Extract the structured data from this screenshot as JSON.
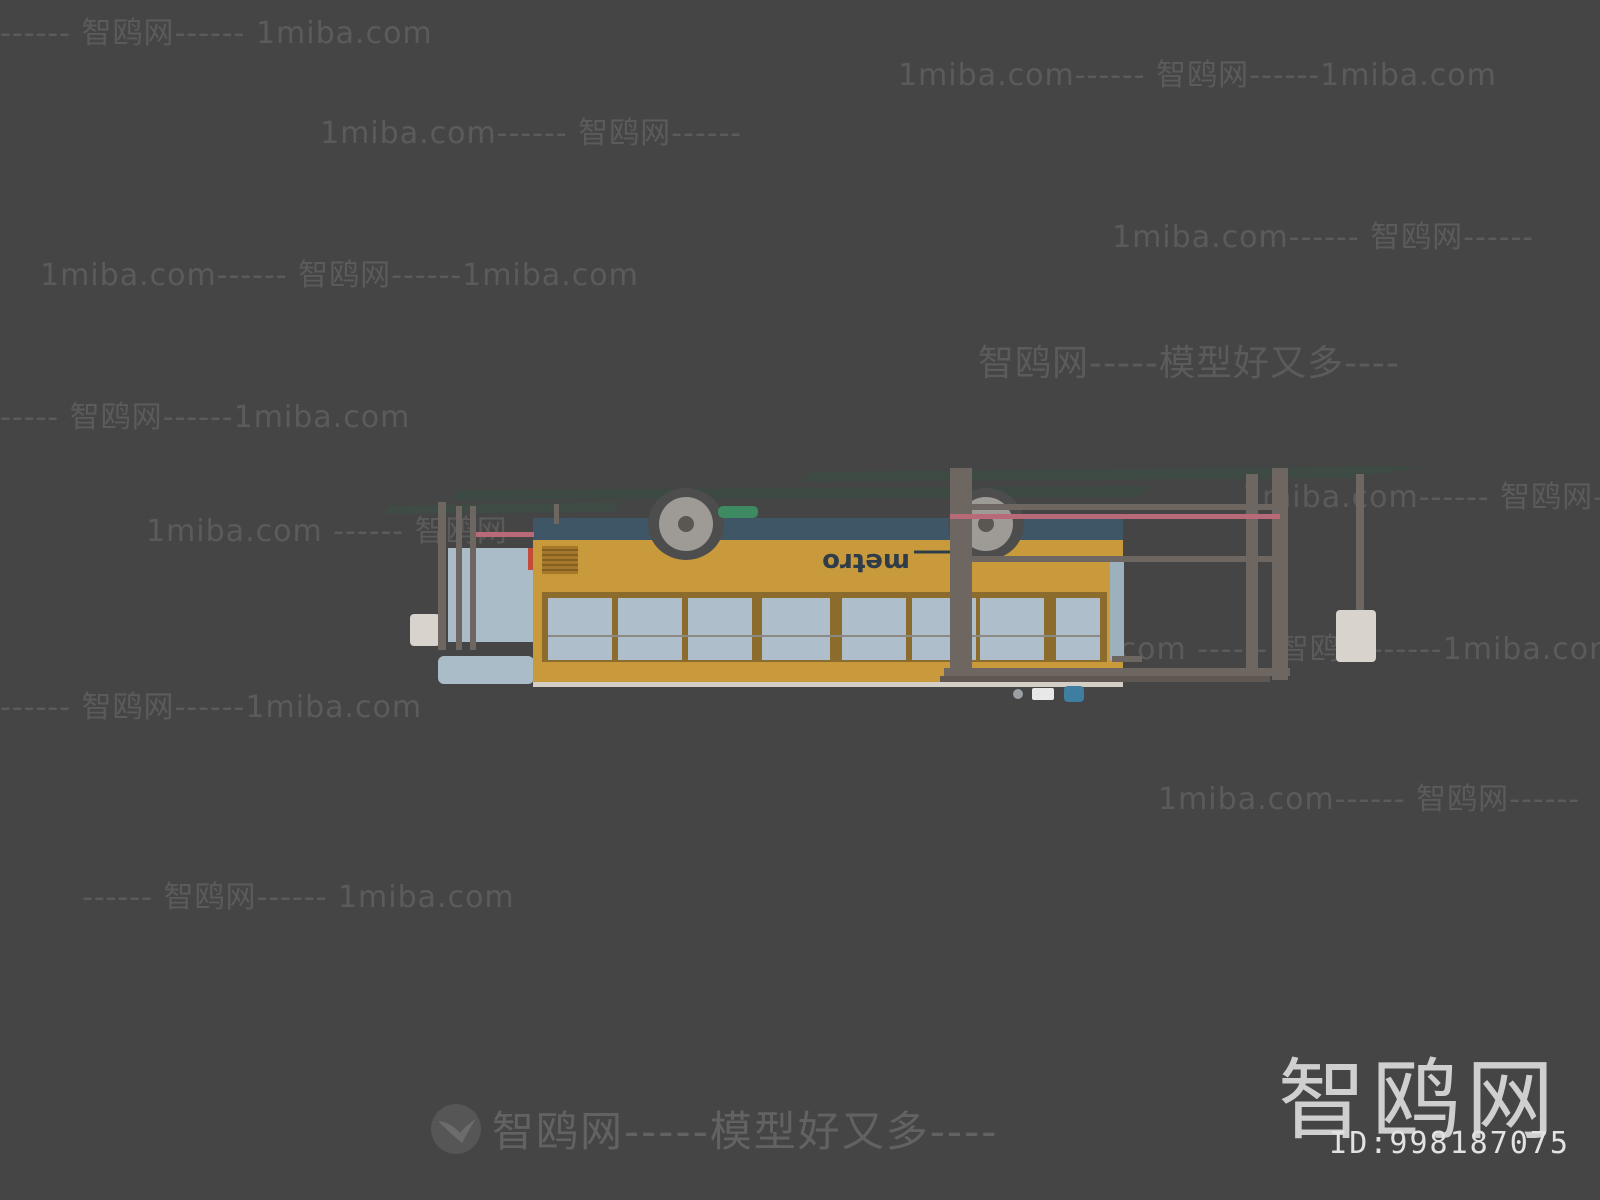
{
  "watermarks": [
    "------ 智鸥网------ 1miba.com",
    "1miba.com------ 智鸥网------1miba.com",
    "1miba.com------ 智鸥网------",
    "1miba.com------ 智鸥网------",
    "1miba.com------ 智鸥网------1miba.com",
    "智鸥网-----模型好又多----",
    "----- 智鸥网------1miba.com",
    "1miba.com------ 智鸥网-",
    "1miba.com ------ 智鸥网",
    "1miba.com ------ 智鸥网------1miba.com",
    "------ 智鸥网------1miba.com",
    "1miba.com------ 智鸥网------",
    "------ 智鸥网------ 1miba.com"
  ],
  "bus": {
    "logo_text": "metro",
    "body_color": "#c99a3c",
    "roof_color": "#3f5666",
    "window_color": "#aebfcb",
    "rail_color": "#6e6660",
    "pipe_color": "#b86a78"
  },
  "bottom_banner": "智鸥网-----模型好又多----",
  "brand": {
    "name": "智鸥网",
    "id_label": "ID:998187075"
  }
}
